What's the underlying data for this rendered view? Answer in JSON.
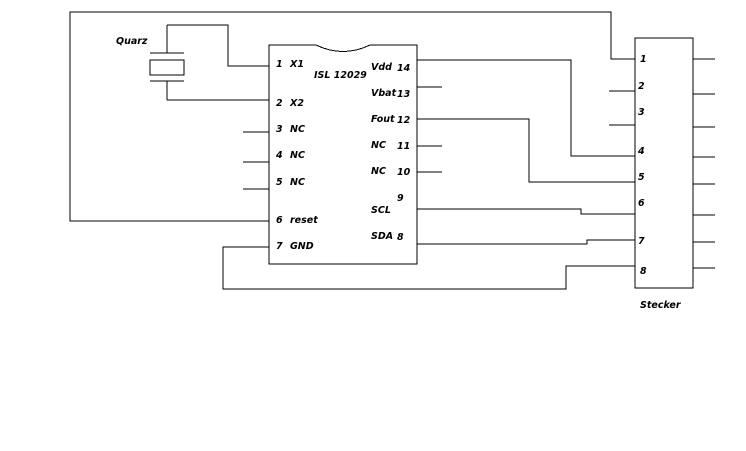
{
  "chip": {
    "name": "ISL 12029",
    "left_pins": [
      {
        "num": "1",
        "label": "X1"
      },
      {
        "num": "2",
        "label": "X2"
      },
      {
        "num": "3",
        "label": "NC"
      },
      {
        "num": "4",
        "label": "NC"
      },
      {
        "num": "5",
        "label": "NC"
      },
      {
        "num": "6",
        "label": "reset"
      },
      {
        "num": "7",
        "label": "GND"
      }
    ],
    "right_pins": [
      {
        "num": "14",
        "label": "Vdd"
      },
      {
        "num": "13",
        "label": "Vbat"
      },
      {
        "num": "12",
        "label": "Fout"
      },
      {
        "num": "11",
        "label": "NC"
      },
      {
        "num": "10",
        "label": "NC"
      },
      {
        "num": "9",
        "label": "SCL"
      },
      {
        "num": "8",
        "label": "SDA"
      }
    ]
  },
  "crystal": {
    "label": "Quarz"
  },
  "connector": {
    "label": "Stecker",
    "pins": [
      "1",
      "2",
      "3",
      "4",
      "5",
      "6",
      "7",
      "8"
    ]
  }
}
